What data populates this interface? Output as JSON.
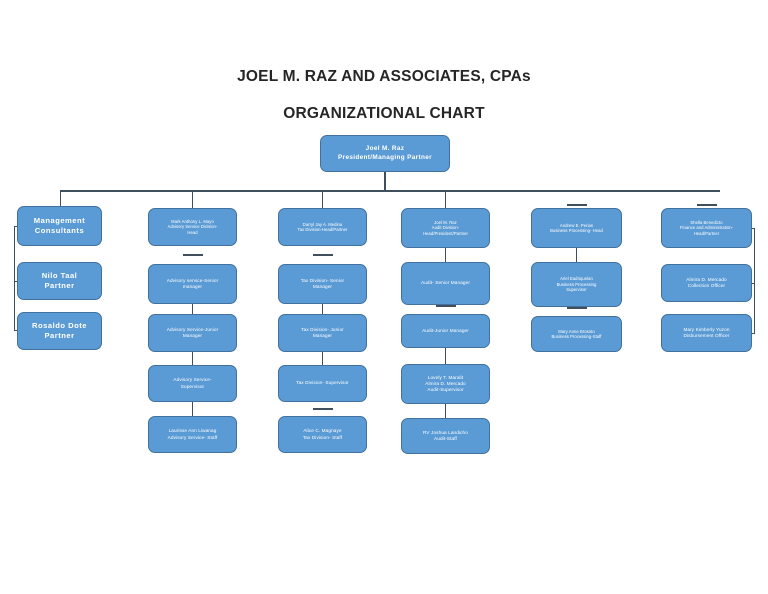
{
  "page": {
    "title_line1": "JOEL M. RAZ AND ASSOCIATES, CPAs",
    "title_line2": "ORGANIZATIONAL CHART",
    "accent_color": "#5b9bd5",
    "border_color": "#41719c",
    "connector_color": "#404f5e",
    "text_color": "#ffffff",
    "background_color": "#ffffff"
  },
  "chart_data": {
    "type": "diagram",
    "diagram_kind": "organizational-chart",
    "title": "JOEL M. RAZ AND ASSOCIATES, CPAs ORGANIZATIONAL CHART",
    "root": {
      "id": "root",
      "lines": [
        "Joel M. Raz",
        "President/Managing Partner"
      ]
    },
    "columns": [
      {
        "id": "management-consultants",
        "name": "Management Consultants",
        "nodes": [
          {
            "id": "mc-head",
            "lines": [
              "Management",
              "Consultants"
            ]
          },
          {
            "id": "mc-nilo-taal",
            "lines": [
              "Nilo Taal",
              "Partner"
            ]
          },
          {
            "id": "mc-rosaldo-dote",
            "lines": [
              "Rosaldo Dote",
              "Partner"
            ]
          }
        ]
      },
      {
        "id": "advisory-services",
        "name": "Advisory Service Division",
        "nodes": [
          {
            "id": "adv-head",
            "lines": [
              "Mark Anthony L. Mayo",
              "Advisory Service Division-",
              "Head"
            ]
          },
          {
            "id": "adv-senior-manager",
            "lines": [
              "Advisory service-Senior",
              "manager"
            ]
          },
          {
            "id": "adv-junior-manager",
            "lines": [
              "Advisory Service-Junior",
              "Manager"
            ]
          },
          {
            "id": "adv-supervisor",
            "lines": [
              "Advisory Service-",
              "Supervisor"
            ]
          },
          {
            "id": "adv-staff",
            "lines": [
              "Laurisse Ann Liwanag",
              "Advisory Service- Staff"
            ]
          }
        ]
      },
      {
        "id": "tax-division",
        "name": "Tax Division",
        "nodes": [
          {
            "id": "tax-head",
            "lines": [
              "Darryl Jay A. Medina",
              "Tax Division-Head/Partner"
            ]
          },
          {
            "id": "tax-senior-manager",
            "lines": [
              "Tax Division- Senior",
              "Manager"
            ]
          },
          {
            "id": "tax-junior-manager",
            "lines": [
              "Tax Division- Junior",
              "Manager"
            ]
          },
          {
            "id": "tax-supervisor",
            "lines": [
              "Tax Division- Supervisor"
            ]
          },
          {
            "id": "tax-staff",
            "lines": [
              "Alice C. Magnaye",
              "Tax Division- Staff"
            ]
          }
        ]
      },
      {
        "id": "audit-division",
        "name": "Audit Division",
        "nodes": [
          {
            "id": "audit-head",
            "lines": [
              "Joel M. Raz",
              "Audit Division-",
              "Head/President/Partner"
            ]
          },
          {
            "id": "audit-senior-manager",
            "lines": [
              "Audit- Senior Manager"
            ]
          },
          {
            "id": "audit-junior-manager",
            "lines": [
              "Audit-Junior Manager"
            ]
          },
          {
            "id": "audit-supervisor",
            "lines": [
              "Lovely T. Maralit",
              "Almira D. Mercado",
              "Audit-Supervisor"
            ]
          },
          {
            "id": "audit-staff",
            "lines": [
              "RV Joshua Landicho",
              "Audit-Staff"
            ]
          }
        ]
      },
      {
        "id": "business-processing",
        "name": "Business Processing",
        "nodes": [
          {
            "id": "bp-head",
            "lines": [
              "Andrew E. Perias",
              "Business Processing- Head"
            ]
          },
          {
            "id": "bp-supervisor",
            "lines": [
              "Ariel Eadriquelan",
              "Business Processing",
              "Supervisor"
            ]
          },
          {
            "id": "bp-staff",
            "lines": [
              "Mary Anne Brosoto",
              "Business Processing-Staff"
            ]
          }
        ]
      },
      {
        "id": "finance-administration",
        "name": "Finance and Administration",
        "nodes": [
          {
            "id": "fa-head",
            "lines": [
              "Shella Benedicto",
              "Finance and Administration-",
              "Head/Partner"
            ]
          },
          {
            "id": "fa-collection-officer",
            "lines": [
              "Almira D. Mercado",
              "Collection Officer"
            ]
          },
          {
            "id": "fa-disbursement-officer",
            "lines": [
              "Mary Kimberly Yuzon",
              "Disbursement Officer"
            ]
          }
        ]
      }
    ]
  }
}
